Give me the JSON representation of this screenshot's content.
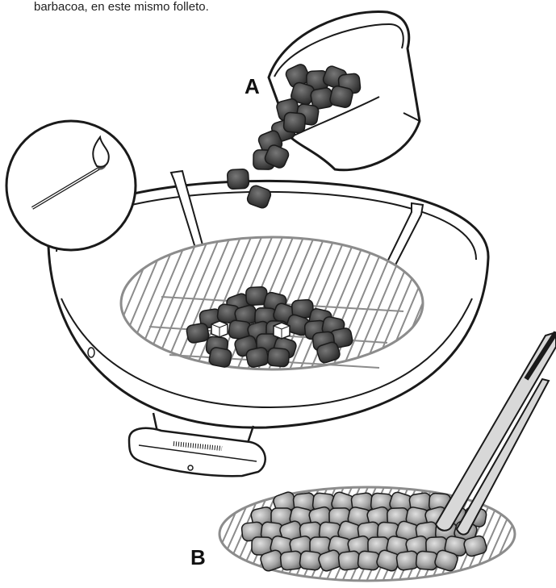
{
  "caption": "barbacoa, en este mismo folleto.",
  "labels": {
    "a": "A",
    "b": "B"
  },
  "colors": {
    "outline": "#1a1a1a",
    "grate": "#8c8c8c",
    "coal_dark": "#4a4a4a",
    "coal_light": "#9a9a9a",
    "starter_cube": "#ffffff"
  },
  "icons": {
    "match": "match-icon",
    "tongs": "tongs-icon"
  }
}
